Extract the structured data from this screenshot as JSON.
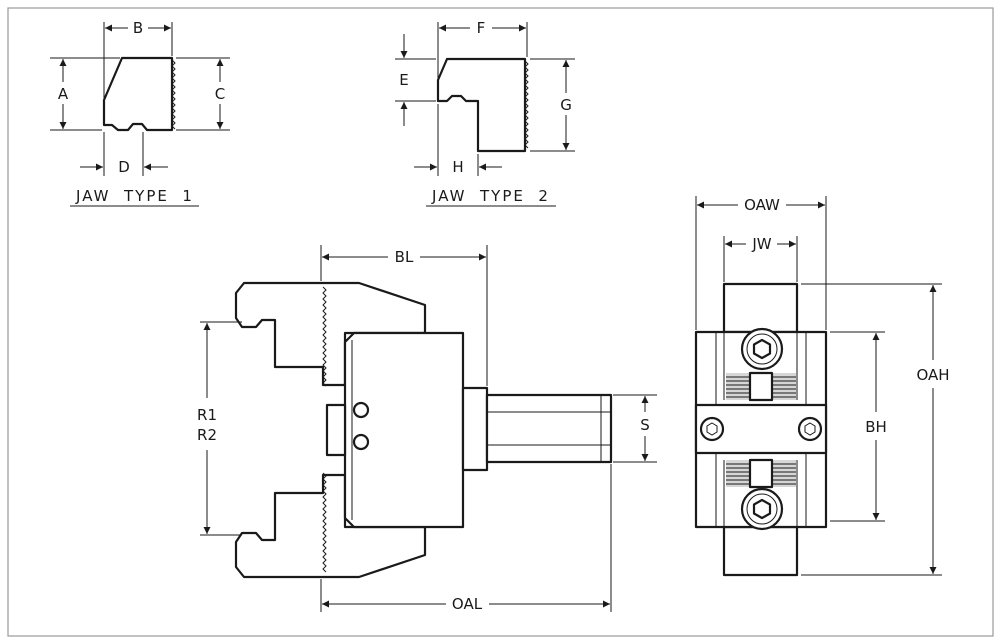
{
  "dimensions": {
    "a": "A",
    "b": "B",
    "c": "C",
    "d": "D",
    "e": "E",
    "f": "F",
    "g": "G",
    "h": "H",
    "bl": "BL",
    "oal": "OAL",
    "r1": "R1",
    "r2": "R2",
    "s": "S",
    "oaw": "OAW",
    "jw": "JW",
    "oah": "OAH",
    "bh": "BH"
  },
  "captions": {
    "jaw_type_1": "JAW  TYPE  1",
    "jaw_type_2": "JAW  TYPE  2"
  }
}
